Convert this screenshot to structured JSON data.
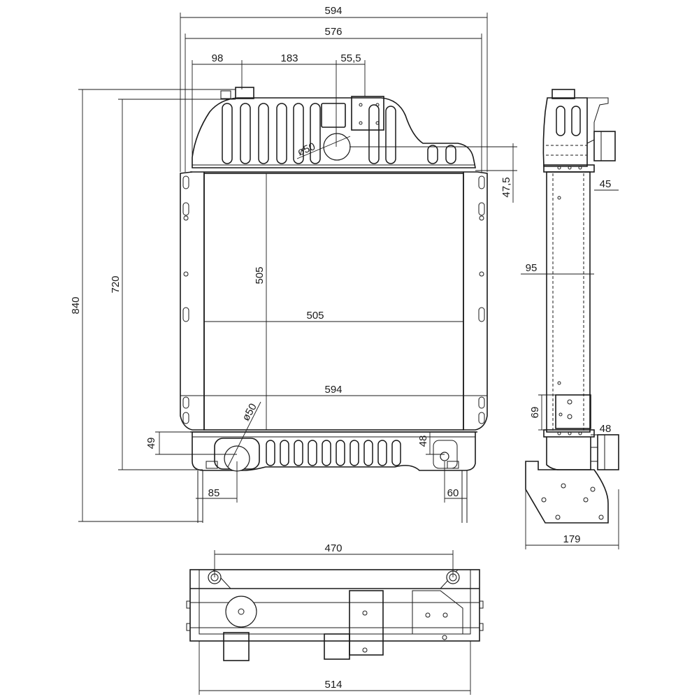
{
  "front_view": {
    "overall_width_label": "594",
    "inner_width_label": "576",
    "offset_98_label": "98",
    "offset_183_label": "183",
    "offset_55_5_label": "55,5",
    "overall_height_label": "840",
    "body_height_label": "720",
    "core_height_label": "505",
    "core_width_label": "505",
    "lower_width_label": "594",
    "upper_outlet_diameter_label": "ø50",
    "lower_outlet_diameter_label": "ø50",
    "upper_outlet_offset_label": "47,5",
    "lower_left_height_label": "49",
    "lower_right_height_label": "48",
    "lower_left_offset_label": "85",
    "lower_right_offset_label": "60"
  },
  "side_view": {
    "top_offset_label": "45",
    "depth_label": "95",
    "bracket_height_label": "69",
    "bottom_offset_label": "48",
    "bracket_width_label": "179"
  },
  "bottom_view": {
    "hole_spacing_label": "470",
    "overall_width_label": "514"
  }
}
